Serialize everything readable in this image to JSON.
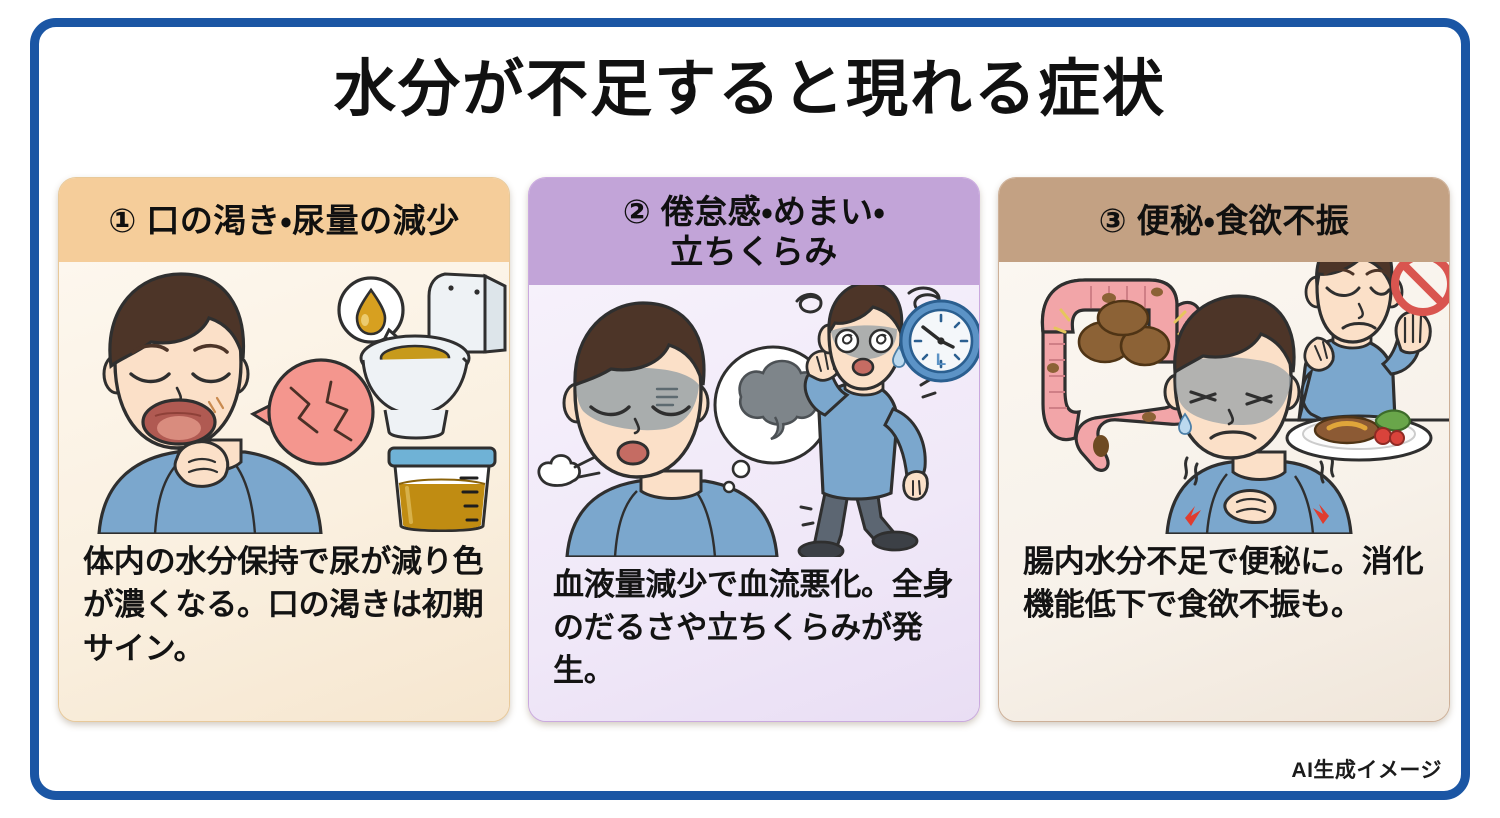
{
  "poster": {
    "title": "水分が不足すると現れる症状",
    "credit": "AI生成イメージ",
    "border_color": "#1b56a4",
    "background_color": "#ffffff"
  },
  "cards": [
    {
      "number": "①",
      "header_line1": "① 口の渇き・尿量の減少",
      "header_line2": "",
      "body": "体内の水分保持で尿が減り色が濃くなる。口の渇きは初期サイン。",
      "header_color": "#f5cd9a",
      "body_color": "#faf1e2",
      "illustration": "dry-mouth-man-toilet-urine-cup"
    },
    {
      "number": "②",
      "header_line1": "② 倦怠感・めまい・",
      "header_line2": "立ちくらみ",
      "body": "血液量減少で血流悪化。全身のだるさや立ちくらみが発生。",
      "header_color": "#c2a4d8",
      "body_color": "#f1eaf8",
      "illustration": "fatigued-man-dizzy-man-clock"
    },
    {
      "number": "③",
      "header_line1": "③ 便秘・食欲不振",
      "header_line2": "",
      "body": "腸内水分不足で便秘に。消化機能低下で食欲不振も。",
      "header_color": "#c3a183",
      "body_color": "#f8f2ea",
      "illustration": "intestine-stool-stomachache-no-appetite"
    }
  ]
}
